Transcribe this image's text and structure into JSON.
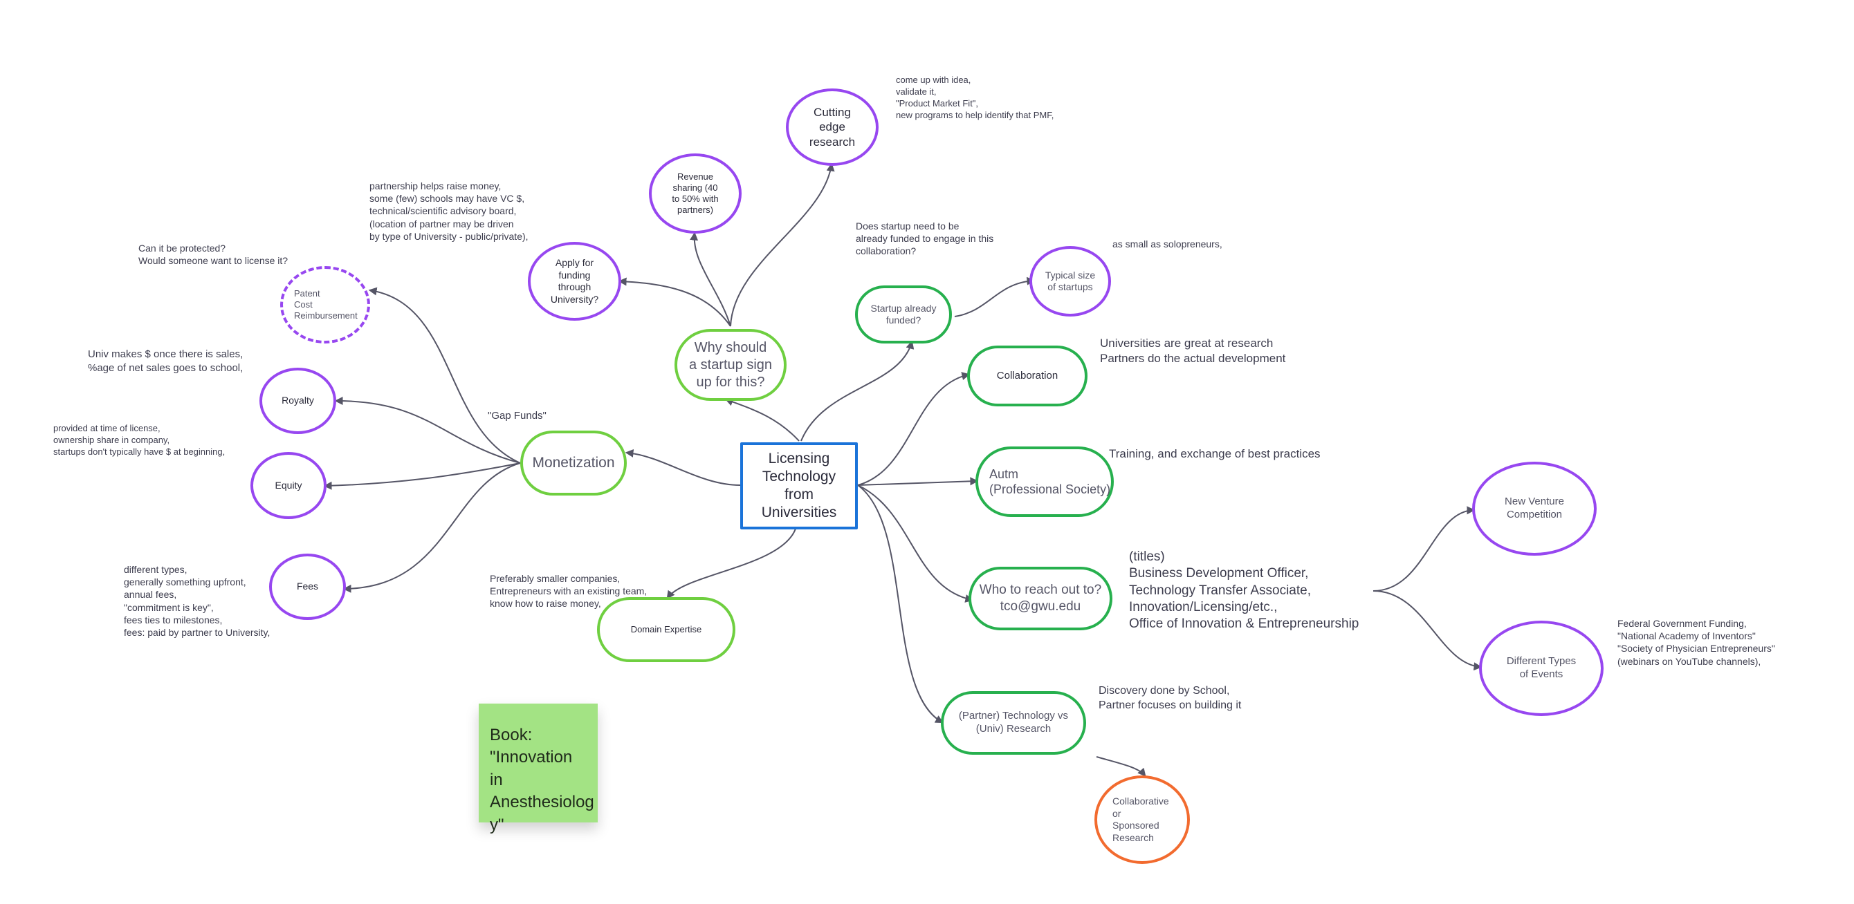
{
  "diagram": {
    "central": "Licensing\nTechnology\nfrom\nUniversities",
    "nodes": {
      "why_startup": "Why should\na startup sign\nup for this?",
      "apply_funding": "Apply for\nfunding\nthrough\nUniversity?",
      "revenue_sharing": "Revenue\nsharing (40\nto 50% with\npartners)",
      "cutting_edge": "Cutting\nedge\nresearch",
      "monetization": "Monetization",
      "patent": "Patent\nCost\nReimbursement",
      "royalty": "Royalty",
      "equity": "Equity",
      "fees": "Fees",
      "domain_expertise": "Domain Expertise",
      "startup_funded": "Startup already\nfunded?",
      "typical_size": "Typical size\nof startups",
      "collaboration": "Collaboration",
      "autm": "Autm\n(Professional Society)",
      "who_reach": "Who to reach out to?\ntco@gwu.edu",
      "partner_tech": "(Partner) Technology vs\n(Univ) Research",
      "collab_sponsored": "Collaborative\nor\nSponsored\nResearch",
      "new_venture": "New Venture\nCompetition",
      "different_events": "Different Types\nof Events"
    },
    "notes": {
      "cutting_edge": "come up with idea,\nvalidate it,\n\"Product Market Fit\",\nnew programs to help identify that PMF,",
      "partnership": "partnership helps raise money,\nsome (few) schools may have VC $,\ntechnical/scientific advisory board,\n(location of partner may be driven\nby type of University - public/private),",
      "patent": "Can it be protected?\nWould someone want to license it?",
      "royalty": "Univ makes $ once there is sales,\n%age of net sales goes to school,",
      "equity": "provided at time of license,\nownership share in company,\nstartups don't typically have $ at beginning,",
      "gap_funds": "\"Gap Funds\"",
      "fees": "different types,\ngenerally something upfront,\nannual fees,\n\"commitment is key\",\nfees ties to milestones,\nfees: paid by partner to University,",
      "domain": "Preferably smaller companies,\nEntrepreneurs with an existing team,\nknow how to raise money,",
      "startup_funded": "Does startup need to be\nalready funded to engage in this\ncollaboration?",
      "typical_size": "as small as solopreneurs,",
      "collaboration": "Universities are great at research\nPartners do the actual development",
      "autm": "Training, and exchange of best practices",
      "titles": "(titles)\nBusiness Development Officer,\nTechnology Transfer Associate,\nInnovation/Licensing/etc.,\nOffice of Innovation & Entrepreneurship",
      "discovery": "Discovery done by School,\nPartner focuses on building it",
      "federal": "Federal Government Funding,\n\"National Academy of Inventors\"\n\"Society of Physician Entrepreneurs\"\n(webinars on YouTube channels),"
    },
    "sticky": "Book:\n\"Innovation in\nAnesthesiolog\ny\"",
    "colors": {
      "purple": "#9747f0",
      "green_light": "#6fcf40",
      "green_dark": "#27b04e",
      "blue": "#1a73d9",
      "orange": "#f26b2f",
      "sticky": "#a3e384",
      "connector": "#555566"
    }
  }
}
